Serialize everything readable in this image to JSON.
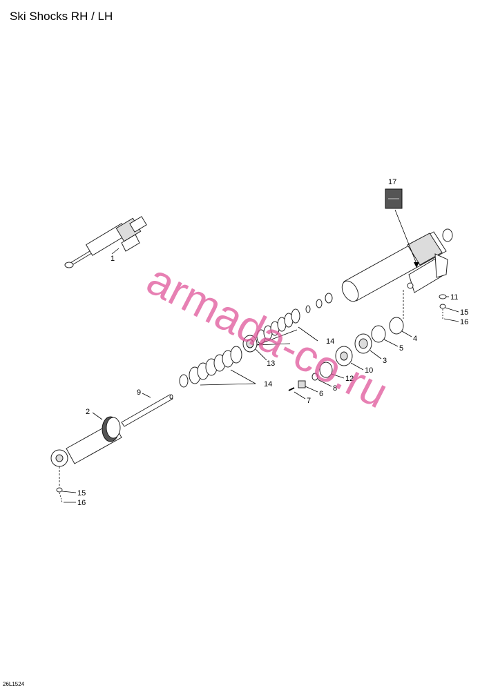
{
  "title": "Ski Shocks RH / LH",
  "footer_code": "26L1524",
  "watermark": "armada-co.ru",
  "callouts": [
    {
      "id": "c1",
      "label": "1"
    },
    {
      "id": "c2",
      "label": "2"
    },
    {
      "id": "c3",
      "label": "3"
    },
    {
      "id": "c4",
      "label": "4"
    },
    {
      "id": "c5",
      "label": "5"
    },
    {
      "id": "c6",
      "label": "6"
    },
    {
      "id": "c7",
      "label": "7"
    },
    {
      "id": "c8",
      "label": "8"
    },
    {
      "id": "c9",
      "label": "9"
    },
    {
      "id": "c10",
      "label": "10"
    },
    {
      "id": "c11",
      "label": "11"
    },
    {
      "id": "c12",
      "label": "12"
    },
    {
      "id": "c13",
      "label": "13"
    },
    {
      "id": "c14a",
      "label": "14"
    },
    {
      "id": "c14b",
      "label": "14"
    },
    {
      "id": "c15a",
      "label": "15"
    },
    {
      "id": "c16a",
      "label": "16"
    },
    {
      "id": "c15b",
      "label": "15"
    },
    {
      "id": "c16b",
      "label": "16"
    },
    {
      "id": "c17",
      "label": "17"
    }
  ]
}
